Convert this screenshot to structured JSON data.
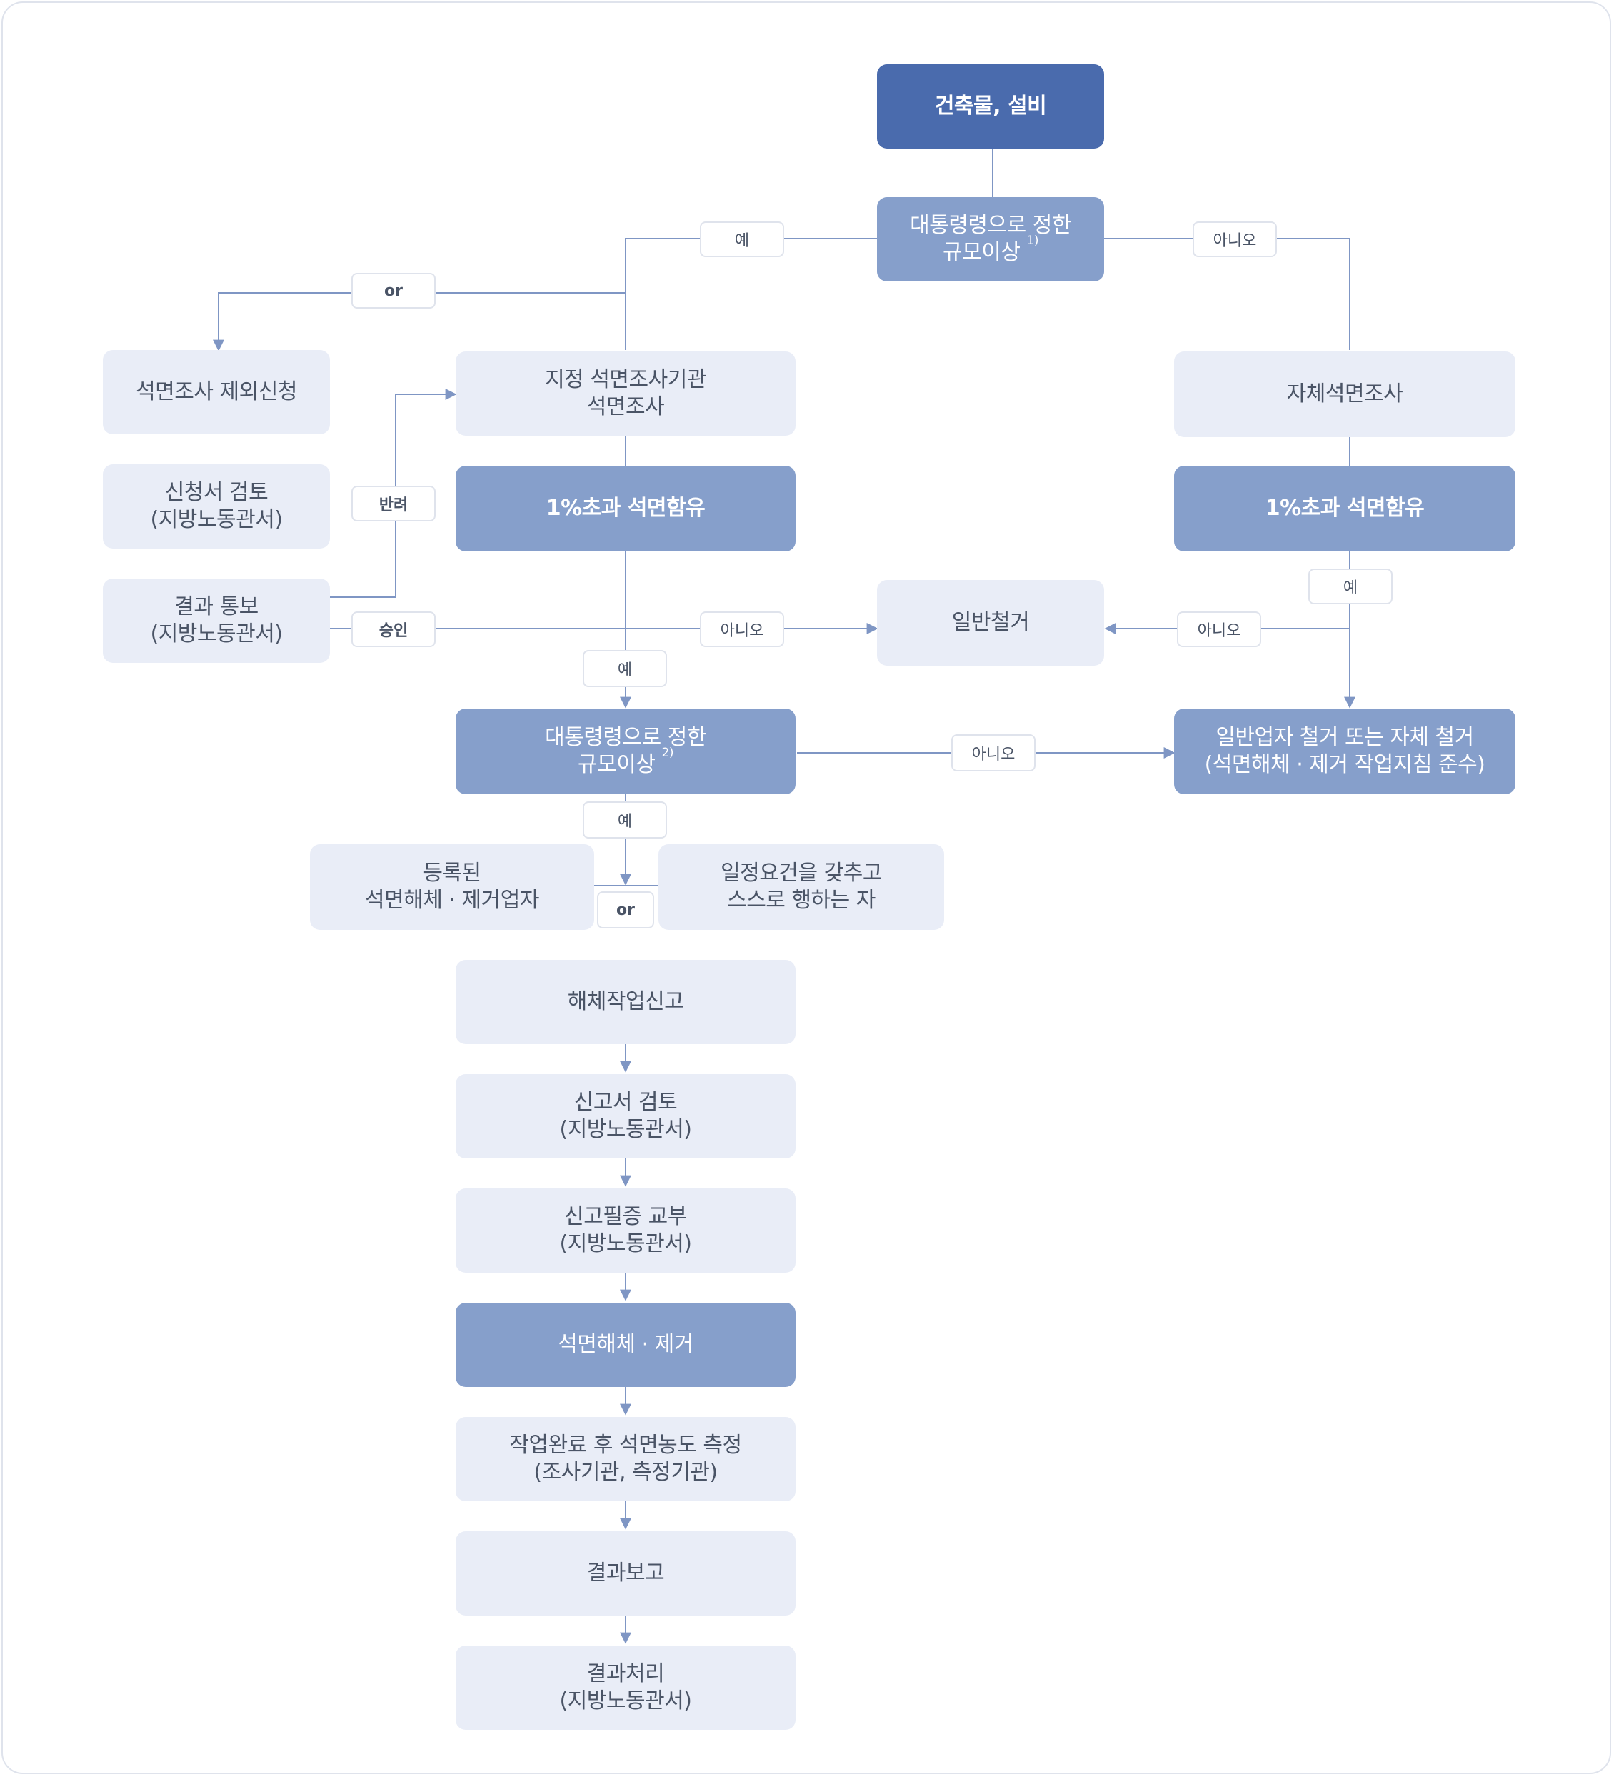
{
  "nodes": {
    "building": "건축물, 설비",
    "scale1": {
      "line1": "대통령령으로 정한",
      "line2": "규모이상",
      "sup": "1)"
    },
    "exclusion": "석면조사 제외신청",
    "review": {
      "line1": "신청서 검토",
      "line2": "(지방노동관서)"
    },
    "result_notice": {
      "line1": "결과 통보",
      "line2": "(지방노동관서)"
    },
    "designated_survey": {
      "line1": "지정 석면조사기관",
      "line2": "석면조사"
    },
    "self_survey": "자체석면조사",
    "over1_left": "1%초과 석면함유",
    "over1_right": "1%초과 석면함유",
    "general_demolition": "일반철거",
    "scale2": {
      "line1": "대통령령으로 정한",
      "line2": "규모이상",
      "sup": "2)"
    },
    "general_or_self": {
      "line1": "일반업자 철거 또는 자체 철거",
      "line2": "(석면해체 · 제거 작업지침 준수)"
    },
    "registered": {
      "line1": "등록된",
      "line2": "석면해체 · 제거업자"
    },
    "qualified_self": {
      "line1": "일정요건을 갖추고",
      "line2": "스스로 행하는 자"
    },
    "demolition_report": "해체작업신고",
    "report_review": {
      "line1": "신고서 검토",
      "line2": "(지방노동관서)"
    },
    "certificate": {
      "line1": "신고필증 교부",
      "line2": "(지방노동관서)"
    },
    "removal": "석면해체 · 제거",
    "measure": {
      "line1": "작업완료 후 석면농도 측정",
      "line2": "(조사기관, 측정기관)"
    },
    "result_report": "결과보고",
    "result_handling": {
      "line1": "결과처리",
      "line2": "(지방노동관서)"
    }
  },
  "labels": {
    "yes_top": "예",
    "no_top": "아니오",
    "or_top": "or",
    "reject": "반려",
    "approve": "승인",
    "no_mid_left": "아니오",
    "yes_right": "예",
    "no_mid_right": "아니오",
    "yes_mid": "예",
    "no_scale2": "아니오",
    "yes_bottom": "예",
    "or_bottom": "or"
  },
  "colors": {
    "connector": "#7f96c4",
    "box_light": "#e9edf7",
    "box_mid": "#869fcb",
    "box_dark": "#4a6bad",
    "label_border": "#dfe3ec"
  }
}
